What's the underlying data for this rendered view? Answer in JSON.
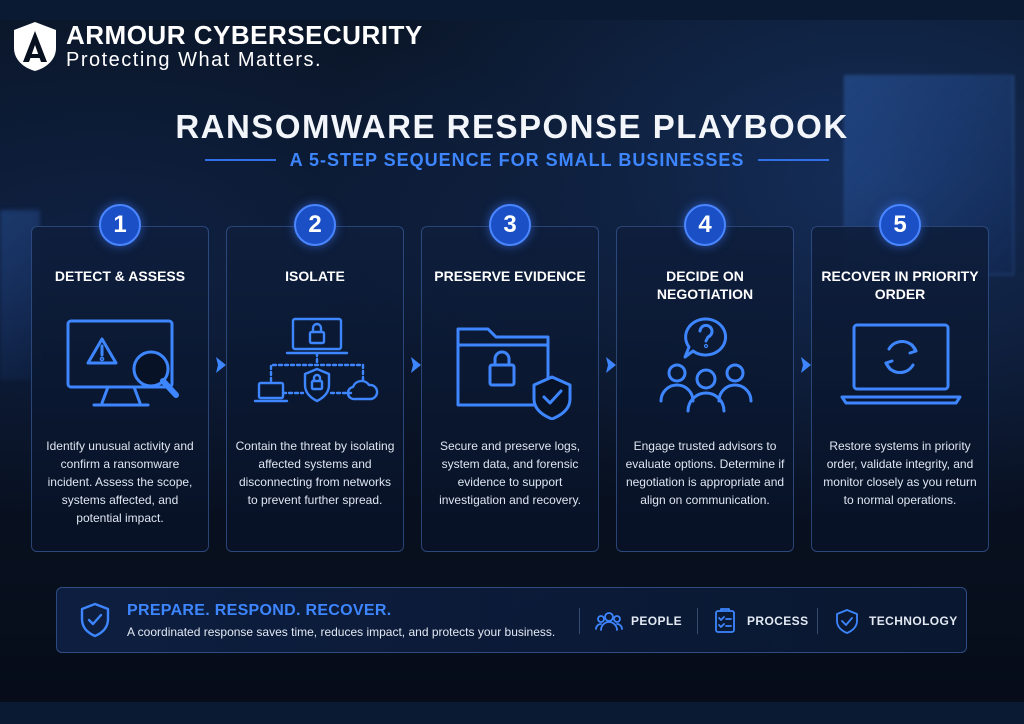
{
  "brand": {
    "name": "ARMOUR CYBERSECURITY",
    "tagline": "Protecting What Matters."
  },
  "title": "RANSOMWARE RESPONSE PLAYBOOK",
  "subtitle": "A 5-STEP SEQUENCE FOR SMALL BUSINESSES",
  "colors": {
    "accent": "#3d86ff",
    "badge": "#1b4fc6",
    "background": "#07101f"
  },
  "steps": [
    {
      "number": "1",
      "title": "DETECT & ASSESS",
      "icon": "monitor-alert-magnifier-icon",
      "description": "Identify unusual activity and confirm a ransomware incident. Assess the scope, systems affected, and potential impact."
    },
    {
      "number": "2",
      "title": "ISOLATE",
      "icon": "network-isolation-icon",
      "description": "Contain the threat by isolating affected systems and disconnecting from networks to prevent further spread."
    },
    {
      "number": "3",
      "title": "PRESERVE EVIDENCE",
      "icon": "locked-folder-shield-icon",
      "description": "Secure and preserve logs, system data, and forensic evidence to support investigation and recovery."
    },
    {
      "number": "4",
      "title": "DECIDE ON NEGOTIATION",
      "icon": "group-question-icon",
      "description": "Engage trusted advisors to evaluate options. Determine if negotiation is appropriate and align on communication."
    },
    {
      "number": "5",
      "title": "RECOVER IN PRIORITY ORDER",
      "icon": "laptop-recovery-icon",
      "description": "Restore systems in priority order, validate integrity, and monitor closely as you return to normal operations."
    }
  ],
  "footer": {
    "headline": "PREPARE. RESPOND. RECOVER.",
    "text": "A coordinated response saves time, reduces impact, and protects your business.",
    "pillars": [
      {
        "label": "PEOPLE",
        "icon": "people-icon"
      },
      {
        "label": "PROCESS",
        "icon": "checklist-icon"
      },
      {
        "label": "TECHNOLOGY",
        "icon": "shield-check-icon"
      }
    ]
  }
}
